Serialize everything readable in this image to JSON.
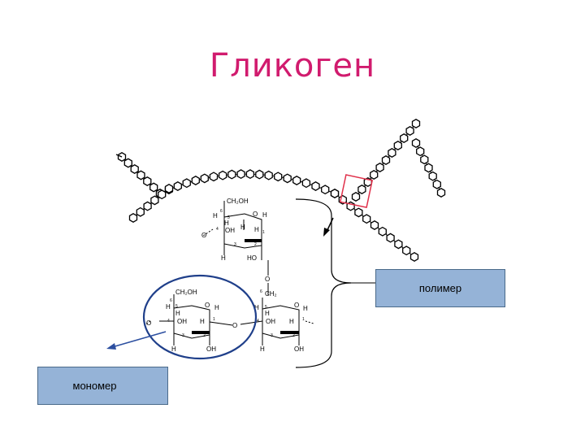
{
  "slide": {
    "title": "Гликоген",
    "polymer_label": "полимер",
    "monomer_label": "мономер"
  },
  "structure": {
    "upper_unit": {
      "ch2oh": "CH₂OH",
      "c6": "6",
      "c5": "5",
      "c4": "4",
      "c3": "3",
      "c2": "2",
      "c1": "1",
      "ring_o": "O",
      "h_top_left": "H",
      "h_c4": "H",
      "oh_c3": "OH",
      "h_c3": "H",
      "h_c2": "H",
      "h_c1": "H",
      "ho_c1": "HO",
      "ring_o_left": "O",
      "h_bottom": "H"
    },
    "glycosidic_o_vertical": "O",
    "glycosidic_o_middle": "O",
    "lower_left_unit": {
      "ch2oh": "CH₂OH",
      "c6": "6",
      "c5": "5",
      "c4": "4",
      "c3": "3",
      "c2": "2",
      "c1": "1",
      "ring_o": "O",
      "h_c5": "H",
      "h_c4": "H",
      "oh_c3": "OH",
      "h_c2": "H",
      "h_c1": "H",
      "h_bottom": "H",
      "oh_bottom": "OH",
      "o_left": "O"
    },
    "lower_right_unit": {
      "ch2": "CH₂",
      "c6": "6",
      "c5": "5",
      "c4": "4",
      "c3": "3",
      "c2": "2",
      "c1": "1",
      "ring_o": "O",
      "h_c5": "H",
      "h_c4": "H",
      "oh_c3": "OH",
      "h_c2": "H",
      "h_c1": "H",
      "h_bottom": "H",
      "oh_bottom": "OH"
    }
  },
  "colors": {
    "title": "#d11b6e",
    "label_box_fill": "#95b3d7",
    "monomer_ellipse": "#1f3f8a",
    "arrow": "#2c4fa0",
    "highlight_square": "#e0304a"
  }
}
